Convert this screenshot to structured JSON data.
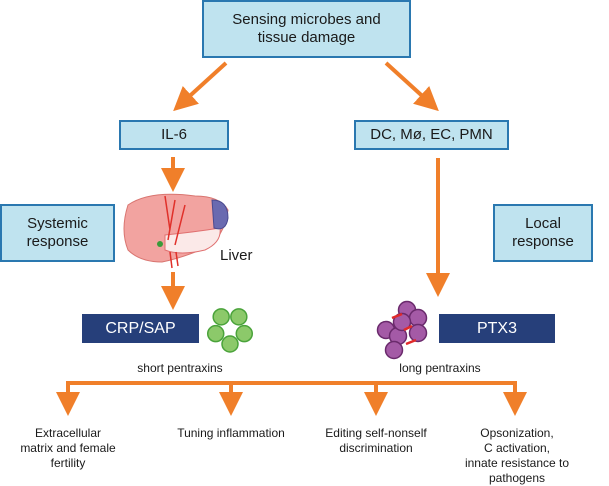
{
  "top_box": {
    "line1": "Sensing microbes and",
    "line2": "tissue damage"
  },
  "left_branch": {
    "mediator": "IL-6",
    "response_line1": "Systemic",
    "response_line2": "response",
    "organ_label": "Liver",
    "protein": "CRP/SAP",
    "class_label": "short pentraxins"
  },
  "right_branch": {
    "mediator": "DC, Mø, EC, PMN",
    "response_line1": "Local",
    "response_line2": "response",
    "protein": "PTX3",
    "class_label": "long pentraxins"
  },
  "functions": [
    {
      "lines": [
        "Extracellular",
        "matrix and female",
        "fertility"
      ]
    },
    {
      "lines": [
        "Tuning inflammation"
      ]
    },
    {
      "lines": [
        "Editing self-nonself",
        "discrimination"
      ]
    },
    {
      "lines": [
        "Opsonization,",
        "C activation,",
        "innate resistance to",
        "pathogens"
      ]
    }
  ],
  "colors": {
    "arrow": "#f07f2a",
    "box_fill": "#bfe3ef",
    "box_border": "#2a78b0",
    "dark_box": "#263f7a",
    "short_pentraxin": "#4aa33a",
    "long_pentraxin": "#8a3f8c"
  }
}
